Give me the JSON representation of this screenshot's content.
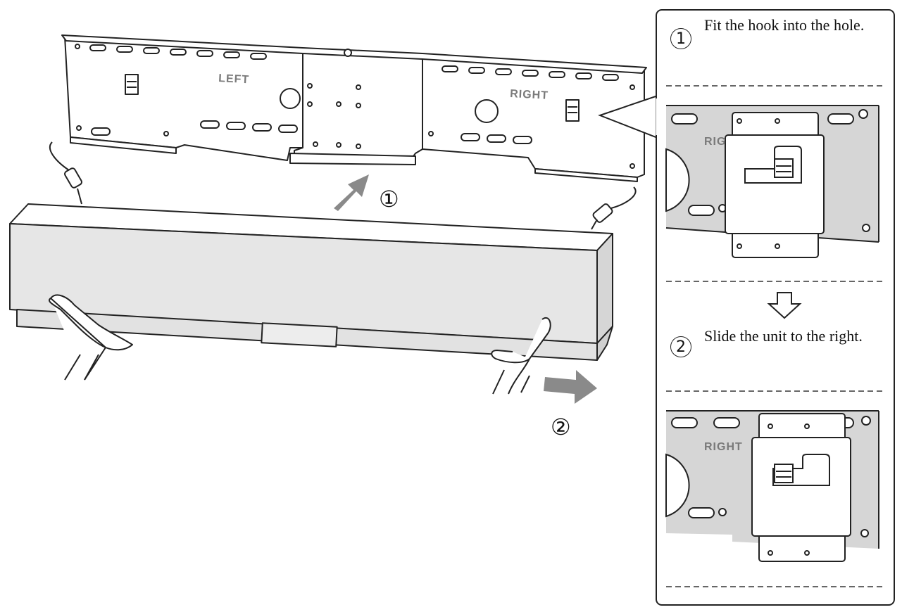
{
  "steps": [
    {
      "number": "①",
      "text": "Fit the hook into the hole."
    },
    {
      "number": "②",
      "text": "Slide the unit to the right."
    }
  ],
  "bracket_labels": {
    "left": "LEFT",
    "right": "RIGHT"
  },
  "callout_labels": {
    "top": "RIG",
    "bottom": "RIGHT"
  },
  "main_markers": {
    "first": "①",
    "second": "②"
  },
  "colors": {
    "arrow": "#8a8a8a",
    "bracket_fill": "#d8d8d8",
    "outline": "#222222"
  }
}
